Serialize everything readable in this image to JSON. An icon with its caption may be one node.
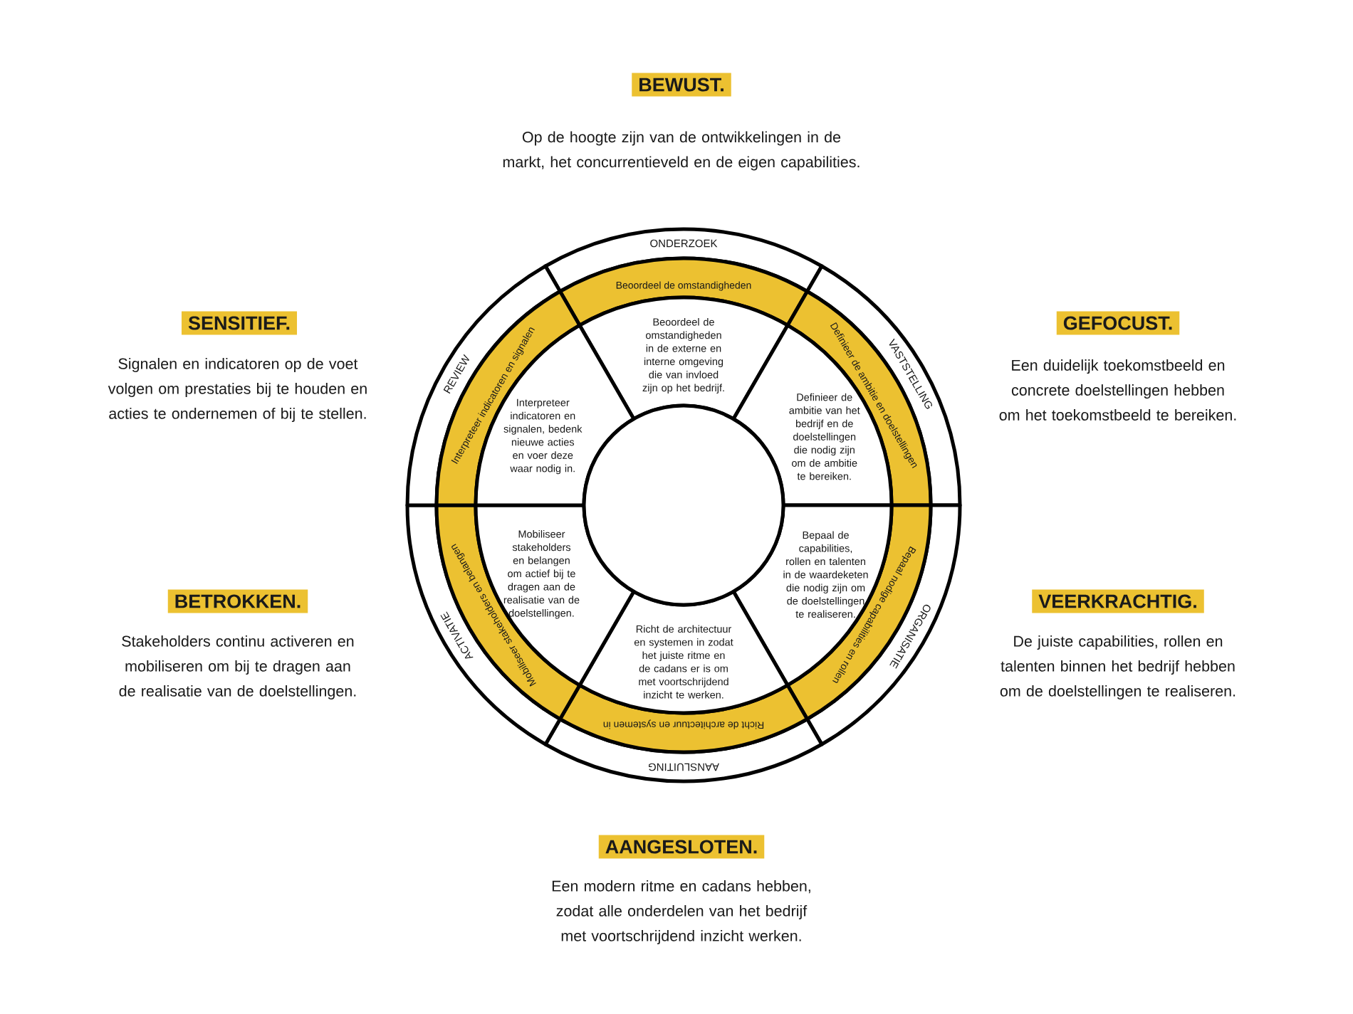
{
  "diagram": {
    "nodes": [
      {
        "text": [
          "BEWUST."
        ],
        "beside": [
          "Op de hoogte zijn van de ontwikkelingen in de markt, het concurrentieveld en de eigen capabilities."
        ]
      },
      {
        "text": [
          "SENSITIEF."
        ],
        "beside": [
          "Signalen en indicatoren op de voet volgen om prestaties bij te houden en acties te ondernemen of bij te stellen."
        ]
      },
      {
        "text": [
          "GEFOCUST."
        ],
        "beside": [
          "Een duidelijk toekomstbeeld en concrete doelstellingen hebben om het toekomstbeeld te bereiken."
        ]
      },
      {
        "text": [
          "BETROKKEN."
        ],
        "beside": [
          "Stakeholders continu activeren en mobiliseren om bij te dragen aan de realisatie van de doelstellingen."
        ]
      },
      {
        "text": [
          "VEERKRACHTIG."
        ],
        "beside": [
          "De juiste capabilities, rollen en talenten binnen het bedrijf hebben om de doelstellingen te realiseren."
        ]
      },
      {
        "text": [
          "AANGESLOTEN."
        ],
        "beside": [
          "Een modern ritme en cadans hebben, zodat alle onderdelen van het bedrijf met voortschrijdend inzicht werken."
        ]
      },
      {
        "text": [
          "ONDERZOEK"
        ]
      },
      {
        "text": [
          "VASTSTELLING"
        ]
      },
      {
        "text": [
          "ORGANISATIE"
        ]
      },
      {
        "text": [
          "AANSLUITING"
        ]
      },
      {
        "text": [
          "ACTIVATIE"
        ]
      },
      {
        "text": [
          "REVIEW"
        ]
      },
      {
        "text": [
          "Beoordeel de omstandigheden"
        ]
      },
      {
        "text": [
          "Definieer de ambitie en doelstellingen"
        ]
      },
      {
        "text": [
          "Bepaal nodige capabilities en rollen"
        ]
      },
      {
        "text": [
          "Richt de architectuur en systemen in"
        ]
      },
      {
        "text": [
          "Mobiliseer stakeholders en belangen"
        ]
      },
      {
        "text": [
          "Interpreteer indicatoren en signalen"
        ]
      },
      {
        "text": [
          "Beoordeel de omstandigheden in de externe en interne omgeving die van invloed zijn op het bedrijf."
        ]
      },
      {
        "text": [
          "Definieer de ambitie van het bedrijf en de doelstellingen die nodig zijn om de ambitie te bereiken."
        ]
      },
      {
        "text": [
          "Bepaal de capabilities, rollen en talenten in de waardeketen die nodig zijn om de doelstellingen te realiseren."
        ]
      },
      {
        "text": [
          "Richt de architectuur en systemen in zodat het juiste ritme en de cadans er is om met voortschrijdend inzicht te werken."
        ]
      },
      {
        "text": [
          "Mobiliseer stakeholders en belangen om actief bij te dragen aan de realisatie van de doelstellingen."
        ]
      },
      {
        "text": [
          "Interpreteer indicatoren en signalen, bedenk nieuwe acties en voer deze waar nodig in."
        ]
      },
      {
        "text": [],
        "shape": "circle"
      }
    ]
  }
}
